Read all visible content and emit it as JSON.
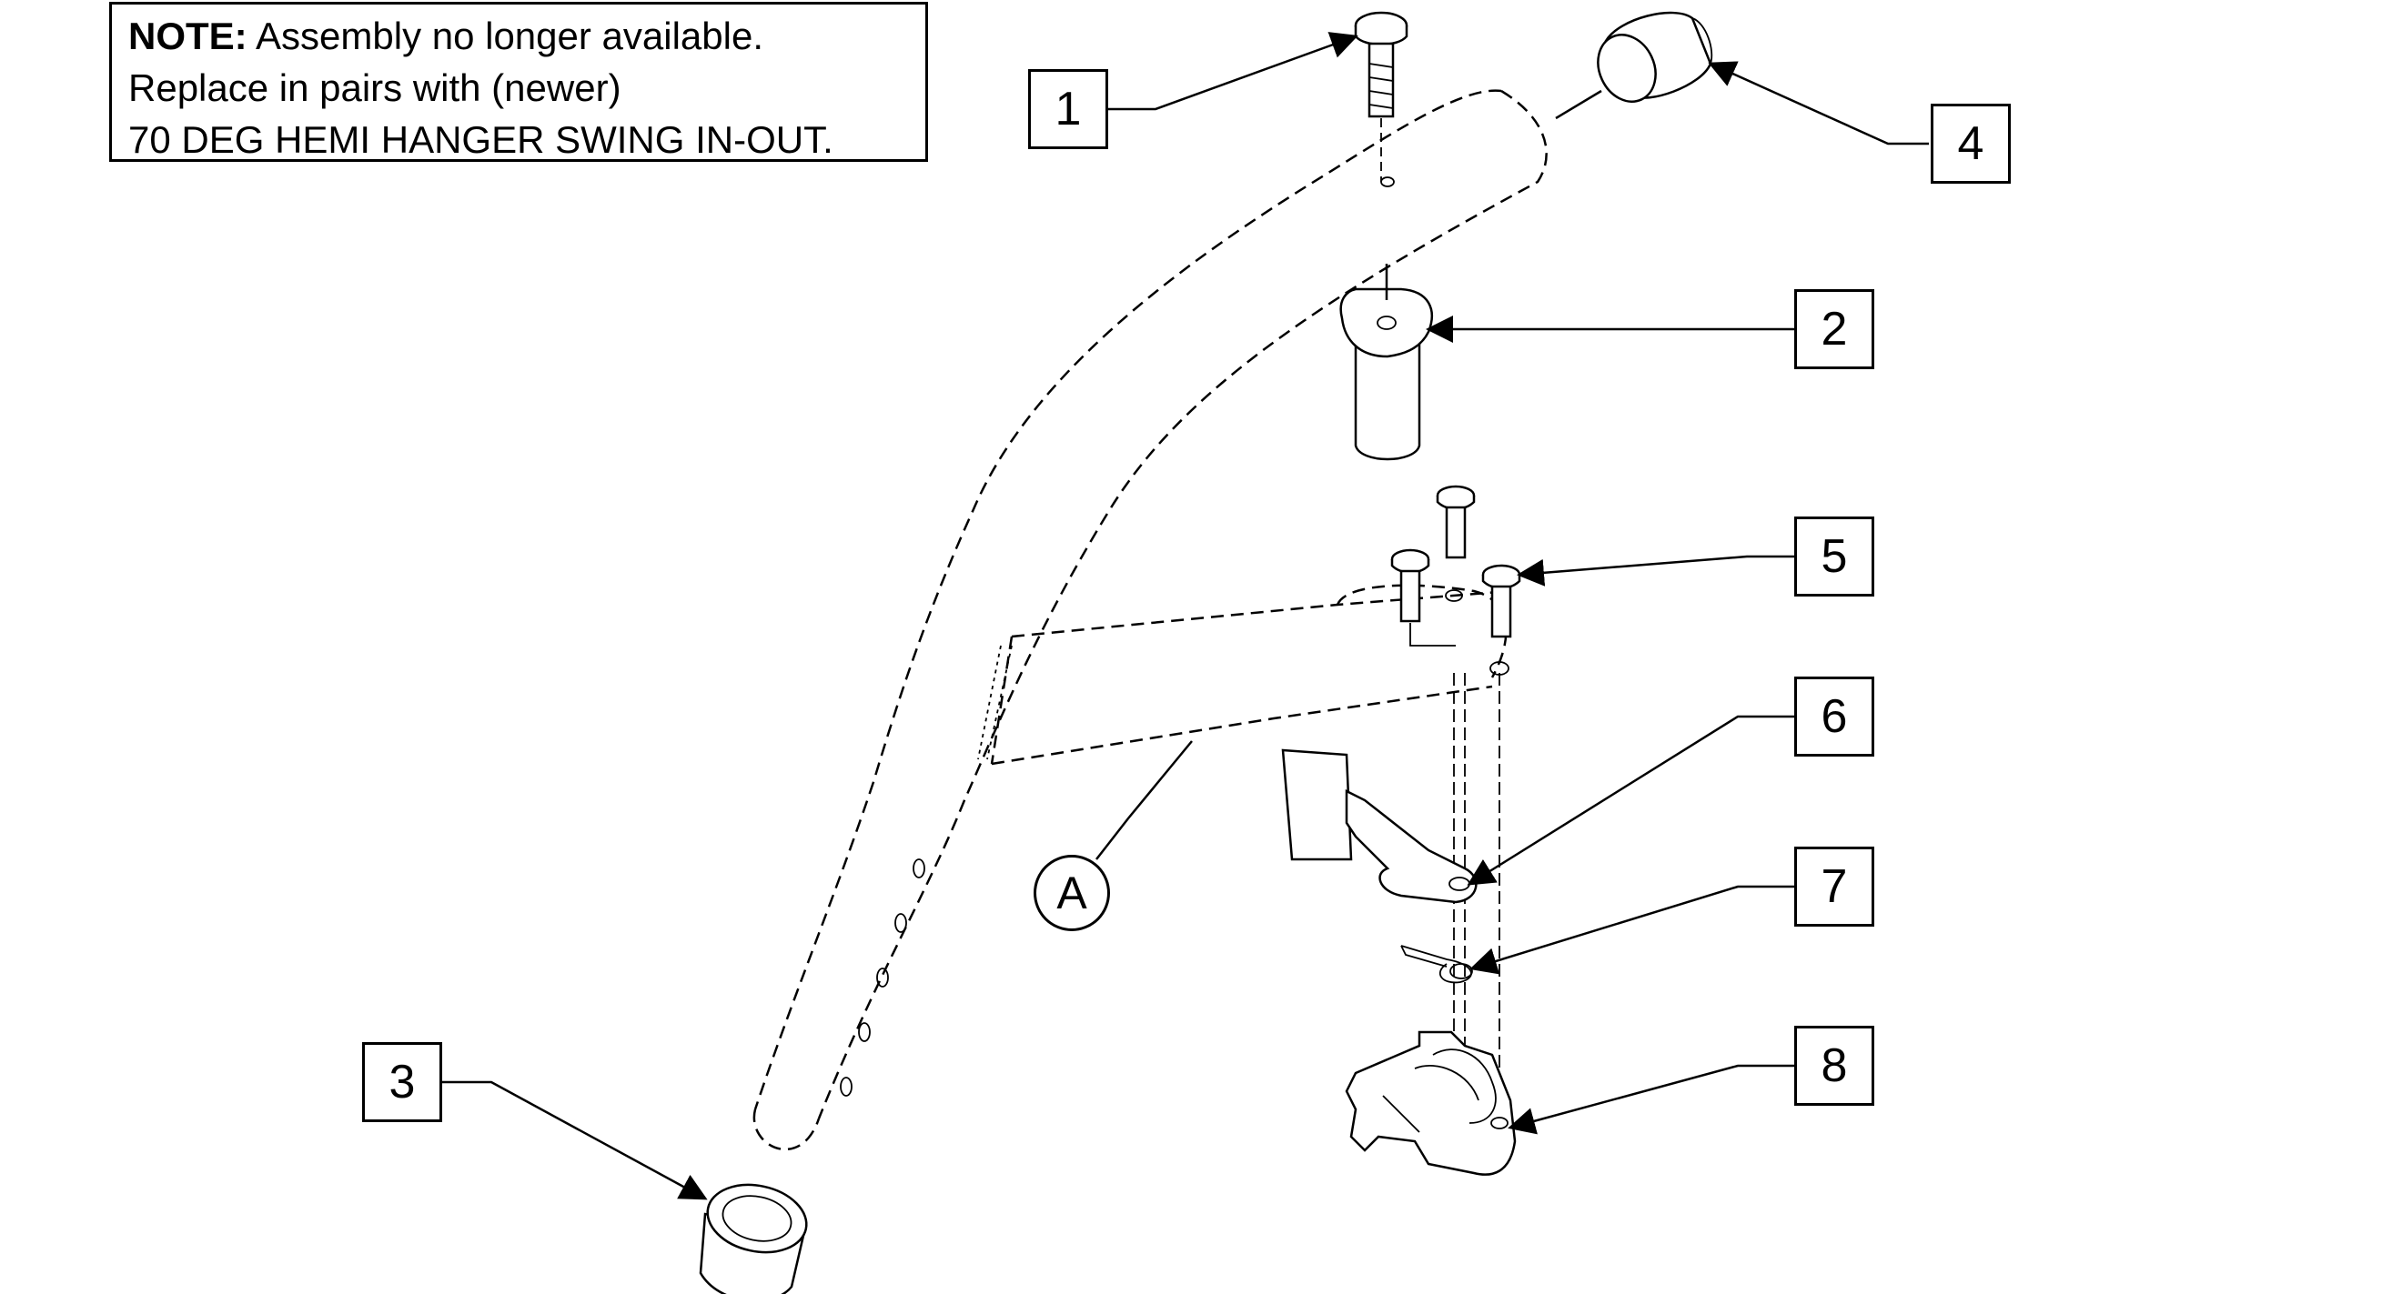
{
  "note": {
    "label": "NOTE:",
    "line1": "Assembly no longer available.",
    "line2": "Replace in pairs with (newer)",
    "line3": "70 DEG HEMI HANGER SWING IN-OUT."
  },
  "callouts": [
    "1",
    "2",
    "3",
    "4",
    "5",
    "6",
    "7",
    "8"
  ],
  "assembly_label": "A"
}
